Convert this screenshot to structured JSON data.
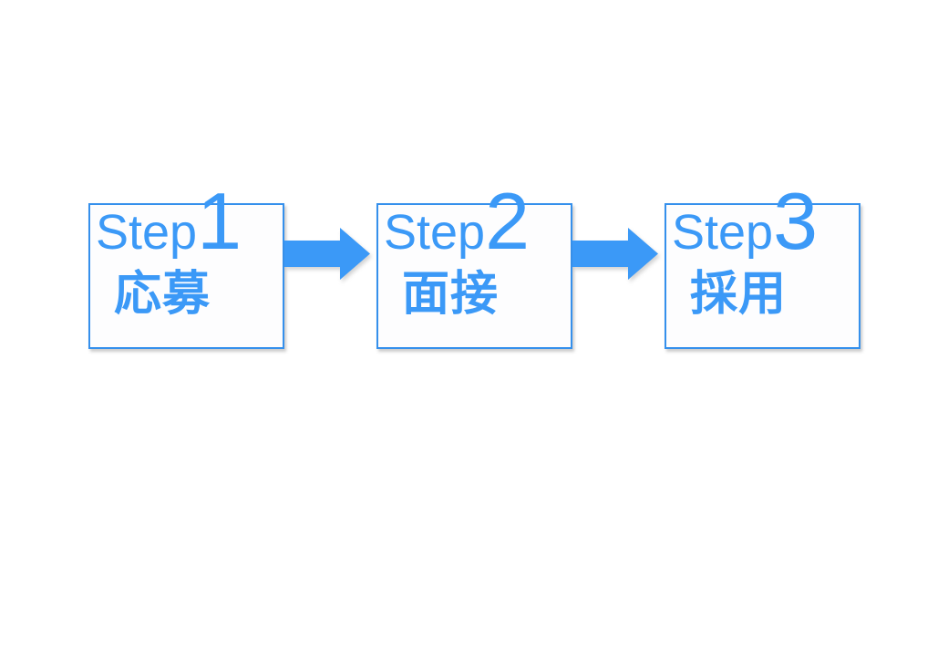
{
  "diagram": {
    "steps": [
      {
        "prefix": "Step",
        "number": "1",
        "label": "応募"
      },
      {
        "prefix": "Step",
        "number": "2",
        "label": "面接"
      },
      {
        "prefix": "Step",
        "number": "3",
        "label": "採用"
      }
    ],
    "connector_icon": "right-block-arrow"
  },
  "colors": {
    "accent_blue": "#3B99F7",
    "box_border_blue": "#3590EC",
    "box_fill": "#FDFDFE",
    "background": "#FFFFFF"
  }
}
